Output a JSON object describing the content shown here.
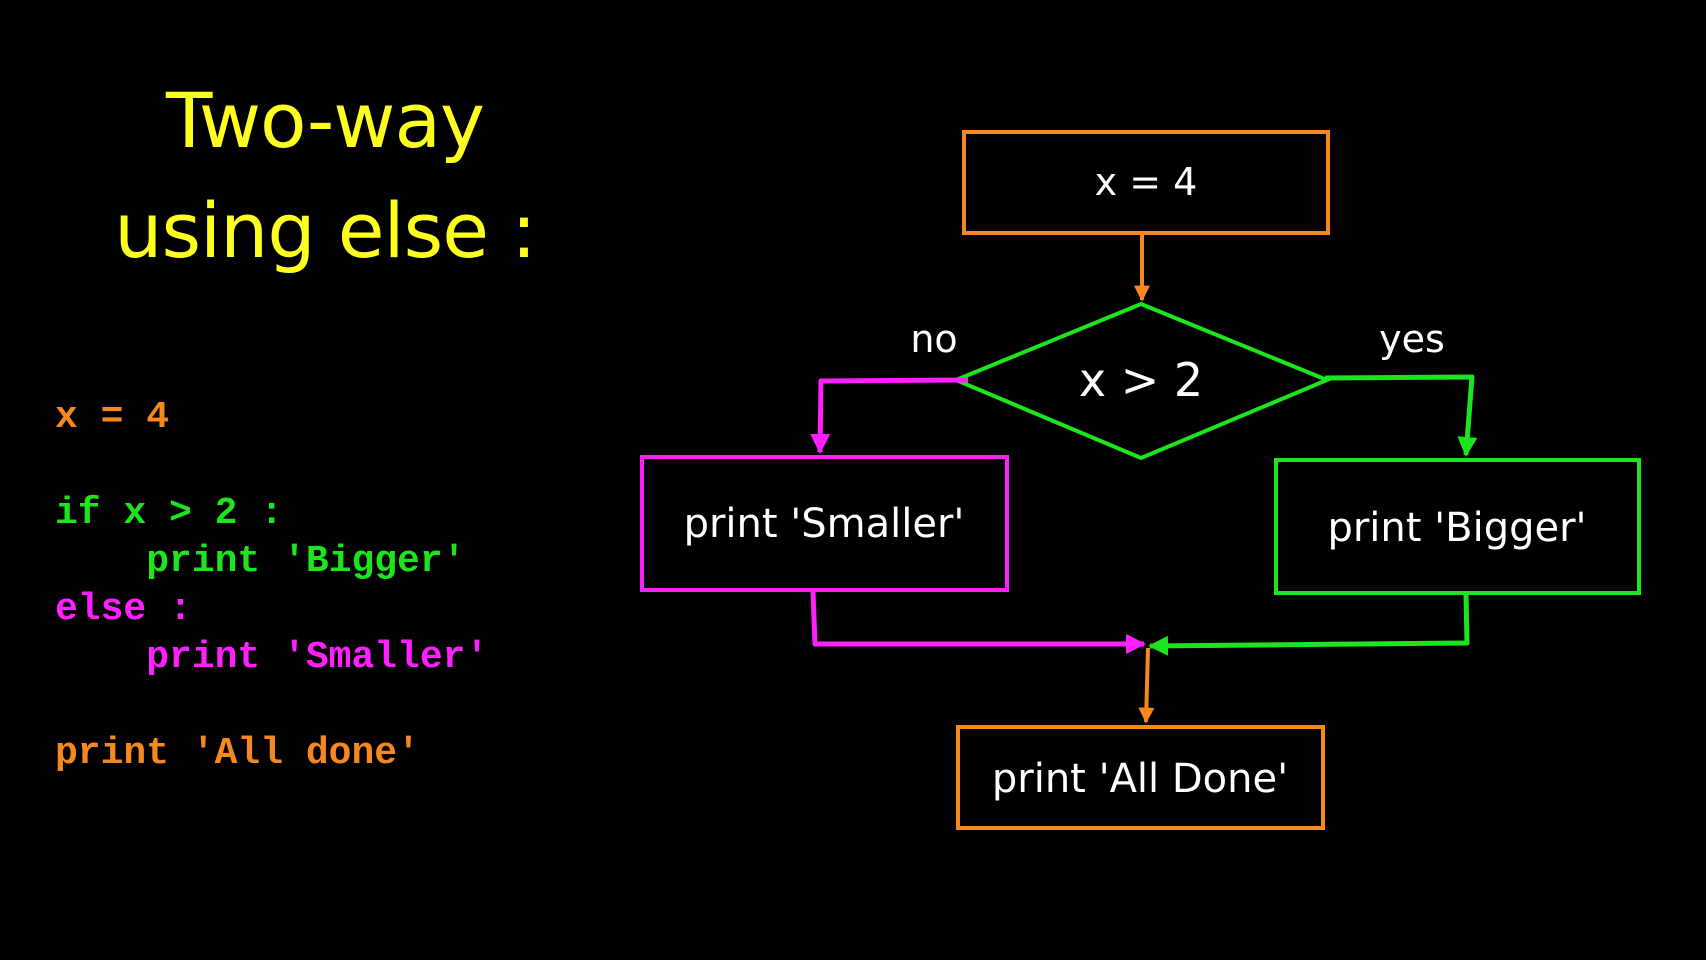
{
  "title": {
    "line1": "Two-way",
    "line2": "using else :"
  },
  "code": {
    "lines": [
      {
        "text": "x = 4",
        "color": "orange"
      },
      {
        "text": "",
        "color": "orange"
      },
      {
        "text": "if x > 2 :",
        "color": "green"
      },
      {
        "text": "    print 'Bigger'",
        "color": "green"
      },
      {
        "text": "else :",
        "color": "magenta"
      },
      {
        "text": "    print 'Smaller'",
        "color": "magenta"
      },
      {
        "text": "",
        "color": "orange"
      },
      {
        "text": "print 'All done'",
        "color": "orange"
      }
    ]
  },
  "flowchart": {
    "assign_box": "x = 4",
    "decision": "x > 2",
    "no_label": "no",
    "yes_label": "yes",
    "smaller_box": "print 'Smaller'",
    "bigger_box": "print 'Bigger'",
    "done_box": "print 'All Done'"
  },
  "colors": {
    "background": "#000000",
    "title": "#ffff1f",
    "orange": "#f5891f",
    "green": "#1de51d",
    "magenta": "#ff1fff",
    "text": "#ffffff"
  }
}
